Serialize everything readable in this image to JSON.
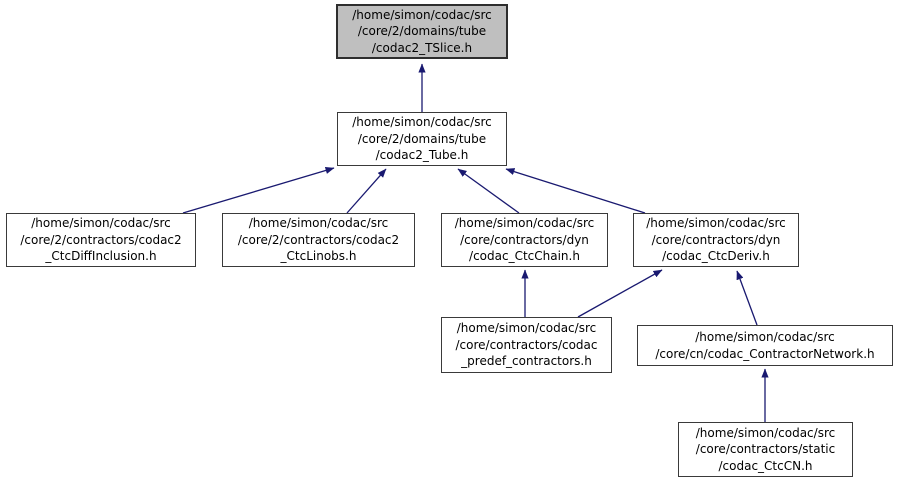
{
  "diagram": {
    "type": "include-dependency-graph",
    "background_color": "#ffffff",
    "arrow_color": "#191970",
    "node_fill": "#ffffff",
    "highlight_node_fill": "#bfbfbf",
    "border_color": "#3a3a3a"
  },
  "nodes": [
    {
      "id": "codac2_TSlice.h",
      "highlighted": true,
      "lines": [
        "/home/simon/codac/src",
        "/core/2/domains/tube",
        "/codac2_TSlice.h"
      ]
    },
    {
      "id": "codac2_Tube.h",
      "highlighted": false,
      "lines": [
        "/home/simon/codac/src",
        "/core/2/domains/tube",
        "/codac2_Tube.h"
      ]
    },
    {
      "id": "codac2_CtcDiffInclusion.h",
      "highlighted": false,
      "lines": [
        "/home/simon/codac/src",
        "/core/2/contractors/codac2",
        "_CtcDiffInclusion.h"
      ]
    },
    {
      "id": "codac2_CtcLinobs.h",
      "highlighted": false,
      "lines": [
        "/home/simon/codac/src",
        "/core/2/contractors/codac2",
        "_CtcLinobs.h"
      ]
    },
    {
      "id": "codac_CtcChain.h",
      "highlighted": false,
      "lines": [
        "/home/simon/codac/src",
        "/core/contractors/dyn",
        "/codac_CtcChain.h"
      ]
    },
    {
      "id": "codac_CtcDeriv.h",
      "highlighted": false,
      "lines": [
        "/home/simon/codac/src",
        "/core/contractors/dyn",
        "/codac_CtcDeriv.h"
      ]
    },
    {
      "id": "codac_predef_contractors.h",
      "highlighted": false,
      "lines": [
        "/home/simon/codac/src",
        "/core/contractors/codac",
        "_predef_contractors.h"
      ]
    },
    {
      "id": "codac_ContractorNetwork.h",
      "highlighted": false,
      "lines": [
        "/home/simon/codac/src",
        "/core/cn/codac_ContractorNetwork.h"
      ]
    },
    {
      "id": "codac_CtcCN.h",
      "highlighted": false,
      "lines": [
        "/home/simon/codac/src",
        "/core/contractors/static",
        "/codac_CtcCN.h"
      ]
    }
  ],
  "edges": [
    {
      "from": "codac2_Tube.h",
      "to": "codac2_TSlice.h"
    },
    {
      "from": "codac2_CtcDiffInclusion.h",
      "to": "codac2_Tube.h"
    },
    {
      "from": "codac2_CtcLinobs.h",
      "to": "codac2_Tube.h"
    },
    {
      "from": "codac_CtcChain.h",
      "to": "codac2_Tube.h"
    },
    {
      "from": "codac_CtcDeriv.h",
      "to": "codac2_Tube.h"
    },
    {
      "from": "codac_predef_contractors.h",
      "to": "codac_CtcChain.h"
    },
    {
      "from": "codac_predef_contractors.h",
      "to": "codac_CtcDeriv.h"
    },
    {
      "from": "codac_ContractorNetwork.h",
      "to": "codac_CtcDeriv.h"
    },
    {
      "from": "codac_CtcCN.h",
      "to": "codac_ContractorNetwork.h"
    }
  ]
}
